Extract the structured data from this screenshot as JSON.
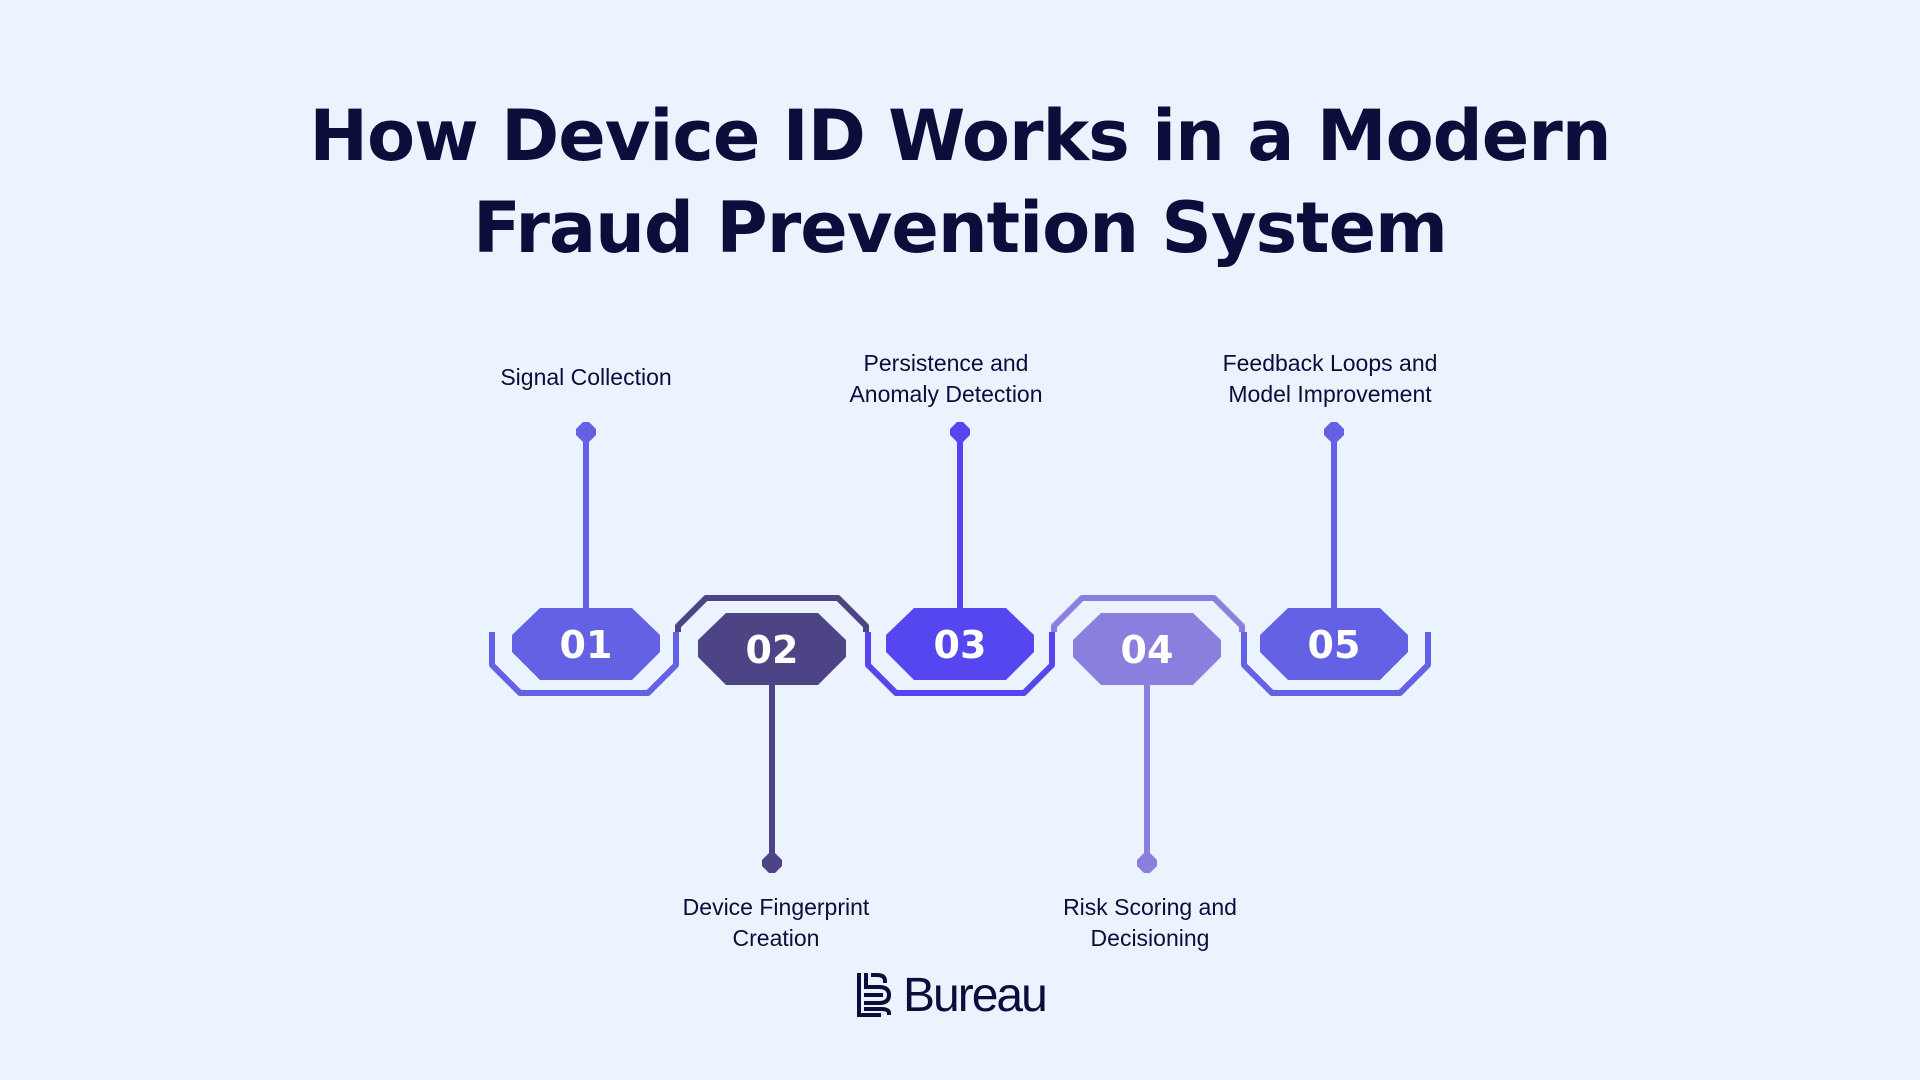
{
  "title": {
    "line1": "How Device ID Works in a Modern",
    "line2": "Fraud Prevention System"
  },
  "steps": [
    {
      "number": "01",
      "label_lines": [
        "Signal Collection"
      ],
      "color": "#6461e4"
    },
    {
      "number": "02",
      "label_lines": [
        "Device Fingerprint",
        "Creation"
      ],
      "color": "#4d4486"
    },
    {
      "number": "03",
      "label_lines": [
        "Persistence and",
        "Anomaly Detection"
      ],
      "color": "#5646f0"
    },
    {
      "number": "04",
      "label_lines": [
        "Risk Scoring and",
        "Decisioning"
      ],
      "color": "#8a7ede"
    },
    {
      "number": "05",
      "label_lines": [
        "Feedback Loops and",
        "Model Improvement"
      ],
      "color": "#6461e4"
    }
  ],
  "brand": {
    "name": "Bureau",
    "logo_icon": "bureau-logo-icon"
  }
}
